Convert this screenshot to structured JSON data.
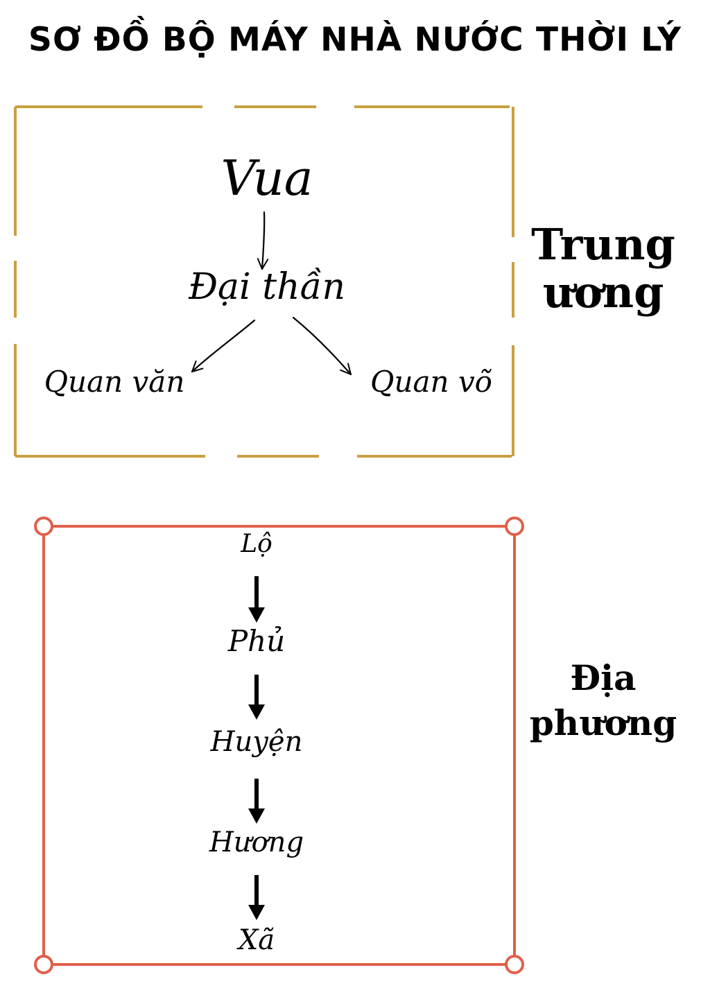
{
  "title": "SƠ ĐỒ BỘ MÁY NHÀ NƯỚC THỜI LÝ",
  "colors": {
    "central_frame": "#C9A040",
    "local_frame": "#E0604A",
    "text": "#000000"
  },
  "central": {
    "label_line1": "Trung",
    "label_line2": "ương",
    "nodes": {
      "king": "Vua",
      "grand_officials": "Đại thần",
      "civil_officials": "Quan văn",
      "military_officials": "Quan võ"
    }
  },
  "local": {
    "label_line1": "Địa",
    "label_line2": "phương",
    "levels": [
      "Lộ",
      "Phủ",
      "Huyện",
      "Hương",
      "Xã"
    ]
  }
}
